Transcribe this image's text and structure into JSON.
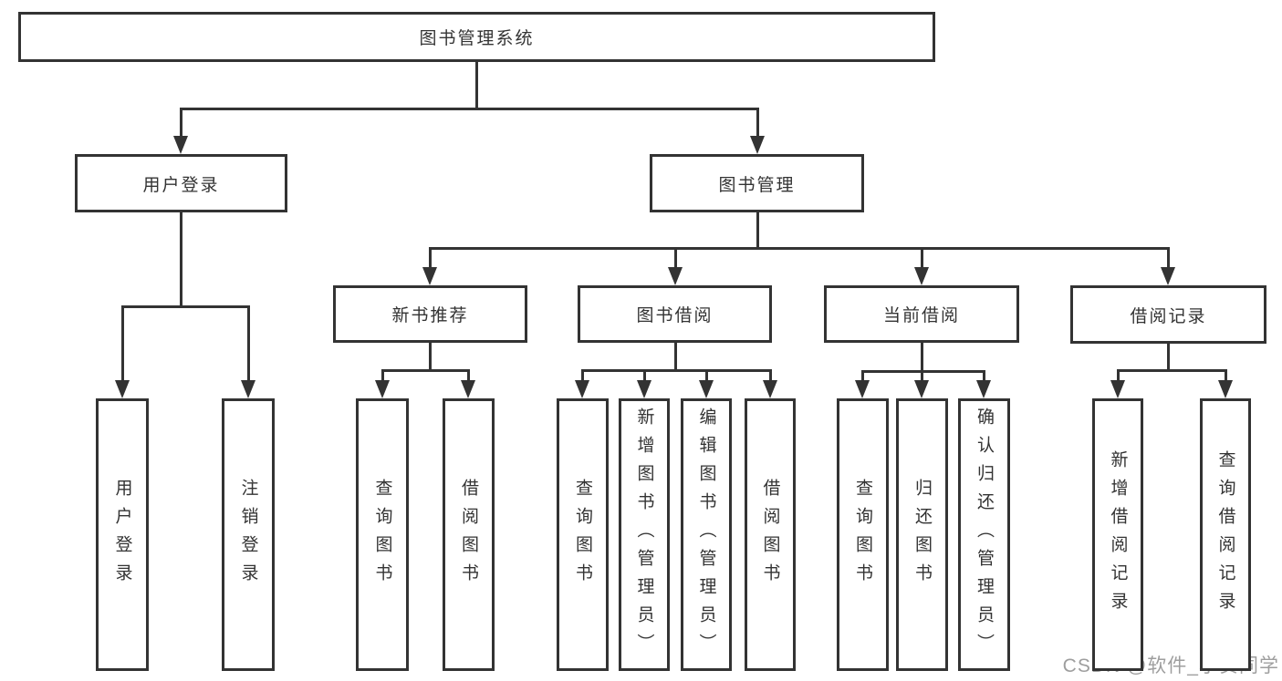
{
  "colors": {
    "line": "#333333",
    "text": "#333333",
    "watermark": "#9e9e9e",
    "background": "#ffffff"
  },
  "watermark": {
    "text": "CSDN @软件_小贺同学"
  },
  "diagram": {
    "title": "图书管理系统",
    "nodes": [
      {
        "id": "root",
        "label": "图书管理系统",
        "level": 1,
        "orientation": "horizontal"
      },
      {
        "id": "user-login",
        "label": "用户登录",
        "level": 2,
        "orientation": "horizontal"
      },
      {
        "id": "book-mgmt",
        "label": "图书管理",
        "level": 2,
        "orientation": "horizontal"
      },
      {
        "id": "new-book-rec",
        "label": "新书推荐",
        "level": 3,
        "orientation": "horizontal"
      },
      {
        "id": "book-borrow",
        "label": "图书借阅",
        "level": 3,
        "orientation": "horizontal"
      },
      {
        "id": "current-borrow",
        "label": "当前借阅",
        "level": 3,
        "orientation": "horizontal"
      },
      {
        "id": "borrow-records",
        "label": "借阅记录",
        "level": 3,
        "orientation": "horizontal"
      },
      {
        "id": "leaf-user-login",
        "label": "用户登录",
        "level": 4,
        "orientation": "vertical"
      },
      {
        "id": "leaf-logout",
        "label": "注销登录",
        "level": 4,
        "orientation": "vertical"
      },
      {
        "id": "leaf-query-book-1",
        "label": "查询图书",
        "level": 4,
        "orientation": "vertical"
      },
      {
        "id": "leaf-borrow-book-1",
        "label": "借阅图书",
        "level": 4,
        "orientation": "vertical"
      },
      {
        "id": "leaf-query-book-2",
        "label": "查询图书",
        "level": 4,
        "orientation": "vertical"
      },
      {
        "id": "leaf-add-book",
        "label": "新增图书（管理员）",
        "level": 4,
        "orientation": "vertical"
      },
      {
        "id": "leaf-edit-book",
        "label": "编辑图书（管理员）",
        "level": 4,
        "orientation": "vertical"
      },
      {
        "id": "leaf-borrow-book-2",
        "label": "借阅图书",
        "level": 4,
        "orientation": "vertical"
      },
      {
        "id": "leaf-query-book-3",
        "label": "查询图书",
        "level": 4,
        "orientation": "vertical"
      },
      {
        "id": "leaf-return-book",
        "label": "归还图书",
        "level": 4,
        "orientation": "vertical"
      },
      {
        "id": "leaf-confirm-return",
        "label": "确认归还（管理员）",
        "level": 4,
        "orientation": "vertical"
      },
      {
        "id": "leaf-add-record",
        "label": "新增借阅记录",
        "level": 4,
        "orientation": "vertical"
      },
      {
        "id": "leaf-query-record",
        "label": "查询借阅记录",
        "level": 4,
        "orientation": "vertical"
      }
    ],
    "edges": [
      [
        "root",
        "user-login"
      ],
      [
        "root",
        "book-mgmt"
      ],
      [
        "user-login",
        "leaf-user-login"
      ],
      [
        "user-login",
        "leaf-logout"
      ],
      [
        "book-mgmt",
        "new-book-rec"
      ],
      [
        "book-mgmt",
        "book-borrow"
      ],
      [
        "book-mgmt",
        "current-borrow"
      ],
      [
        "book-mgmt",
        "borrow-records"
      ],
      [
        "new-book-rec",
        "leaf-query-book-1"
      ],
      [
        "new-book-rec",
        "leaf-borrow-book-1"
      ],
      [
        "book-borrow",
        "leaf-query-book-2"
      ],
      [
        "book-borrow",
        "leaf-add-book"
      ],
      [
        "book-borrow",
        "leaf-edit-book"
      ],
      [
        "book-borrow",
        "leaf-borrow-book-2"
      ],
      [
        "current-borrow",
        "leaf-query-book-3"
      ],
      [
        "current-borrow",
        "leaf-return-book"
      ],
      [
        "current-borrow",
        "leaf-confirm-return"
      ],
      [
        "borrow-records",
        "leaf-add-record"
      ],
      [
        "borrow-records",
        "leaf-query-record"
      ]
    ]
  }
}
